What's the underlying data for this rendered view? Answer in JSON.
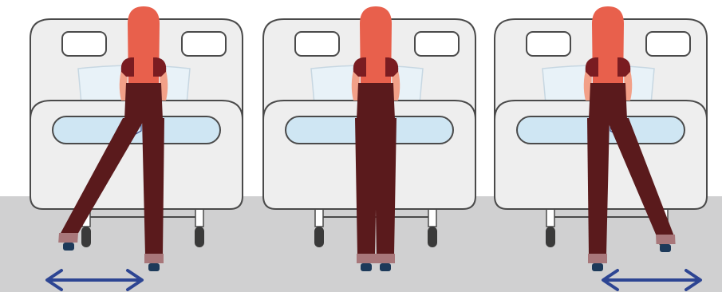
{
  "colors": {
    "background": "#ffffff",
    "floor": "#d0d0d1",
    "bed_fill": "#eeeeee",
    "bed_outline": "#4a4a4a",
    "mattress_window": "#cfe6f3",
    "pillow": "#e8f2f8",
    "hair": "#e8604c",
    "skin": "#f2a088",
    "shirt": "#7a1c21",
    "overalls": "#5a1a1c",
    "trouser_cuff": "#a8777a",
    "shoe": "#1d3a5a",
    "pocket_stitch": "#3d4f8c",
    "arrow": "#2d4593",
    "wheel": "#3a3a3a"
  },
  "panels": [
    {
      "name": "left",
      "stance": "left-leg-abducted",
      "arrow_visible": true
    },
    {
      "name": "center",
      "stance": "neutral",
      "arrow_visible": false
    },
    {
      "name": "right",
      "stance": "right-leg-abducted",
      "arrow_visible": true
    }
  ],
  "icons": {
    "bed": "hospital-bed-icon",
    "person": "standing-woman-icon",
    "arrow": "double-headed-arrow-icon"
  }
}
